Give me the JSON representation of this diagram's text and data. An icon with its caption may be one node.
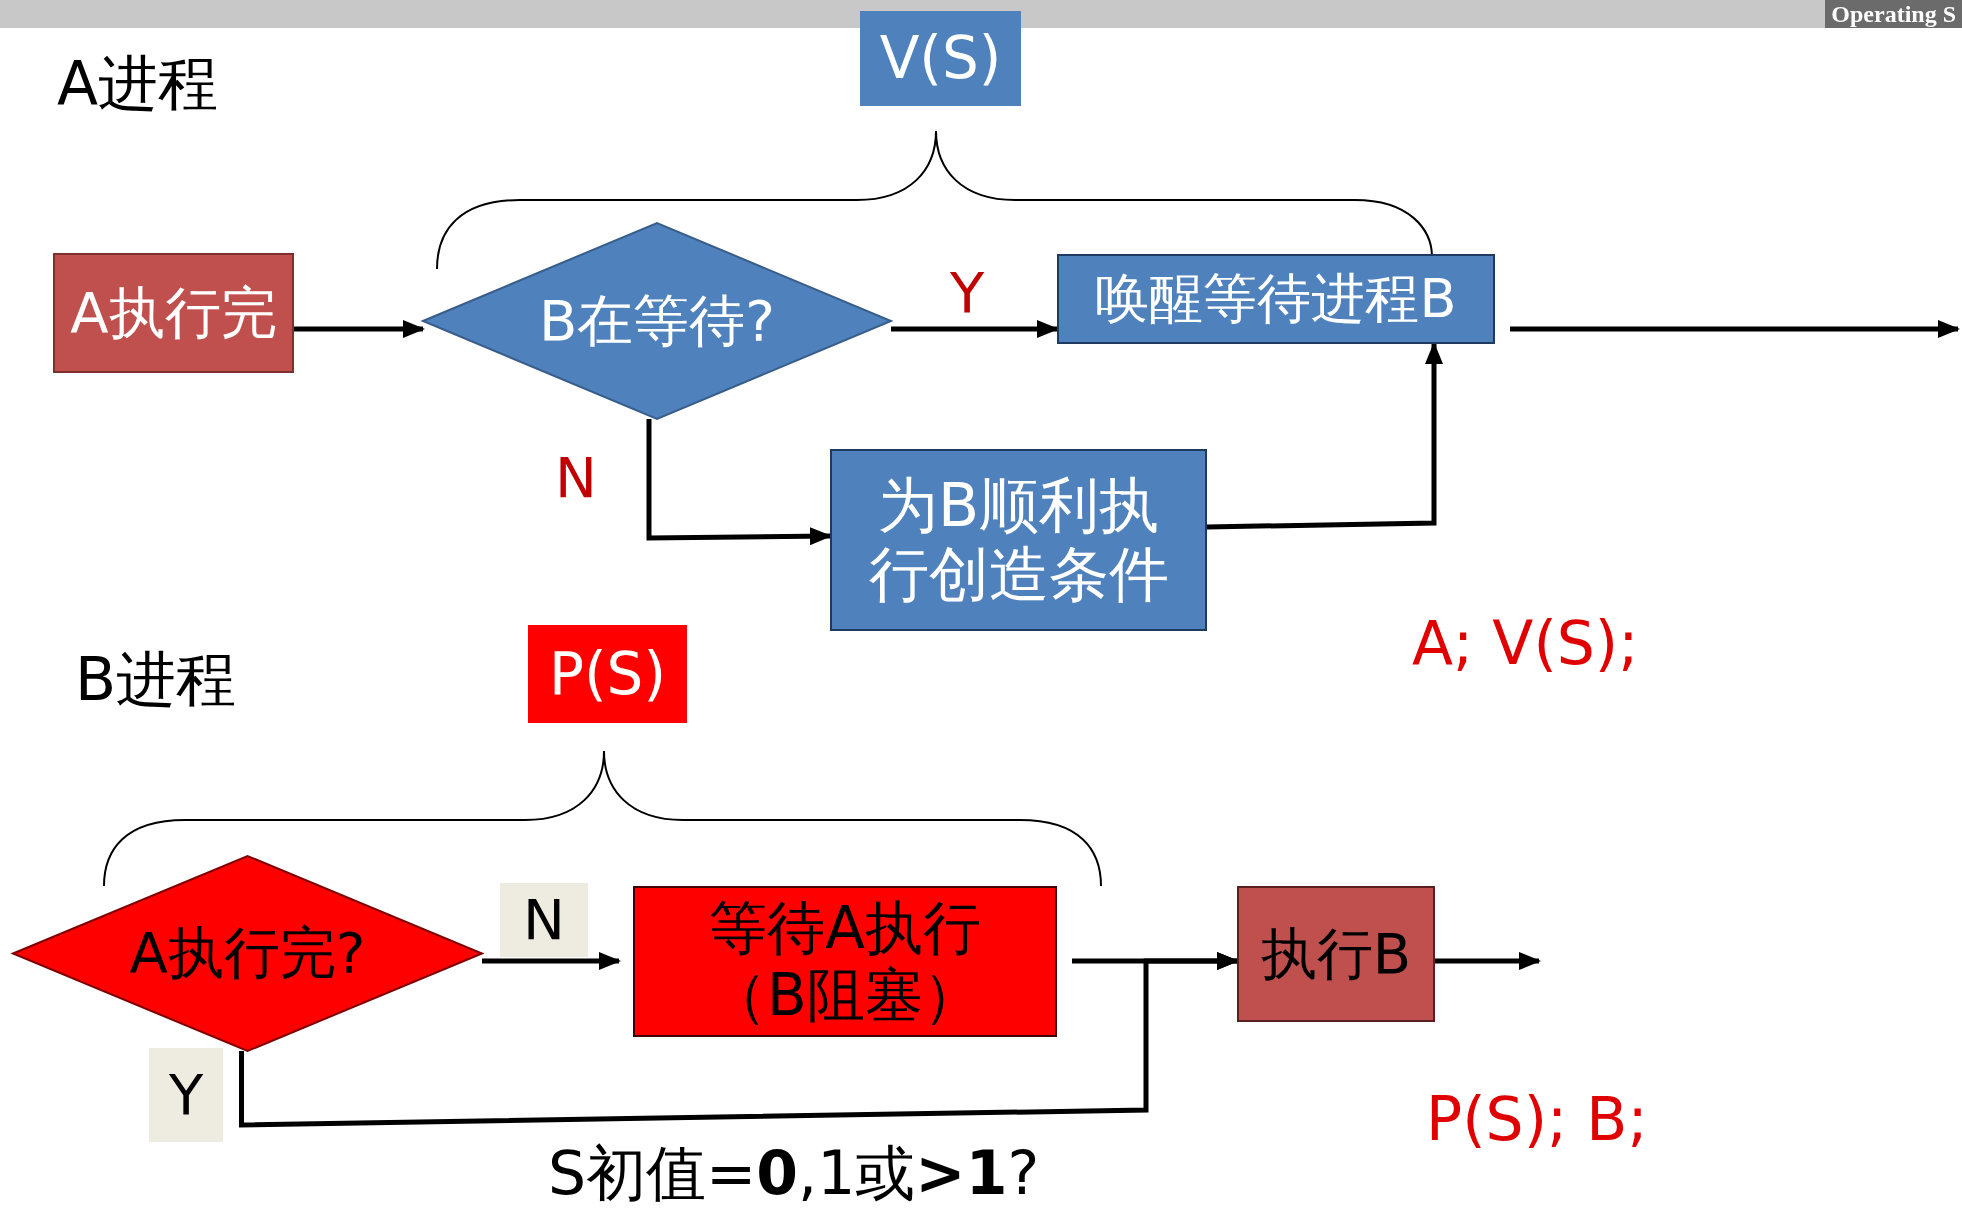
{
  "diagram": {
    "nodes": [
      {
        "text": [
          "V(S)"
        ]
      },
      {
        "text": [
          "A执行完"
        ]
      },
      {
        "text": [
          "B在等待?"
        ]
      },
      {
        "text": [
          "唤醒等待进程B"
        ]
      },
      {
        "text": [
          "为B顺利执行创造条件"
        ]
      },
      {
        "text": [
          "P(S)"
        ]
      },
      {
        "text": [
          "A执行完?"
        ]
      },
      {
        "text": [
          "等待A执行（B阻塞）"
        ]
      },
      {
        "text": [
          "执行B"
        ]
      }
    ],
    "edges": [
      {
        "from": 1,
        "to": 2,
        "arrow": "to"
      },
      {
        "from": 2,
        "to": 3,
        "arrow": "to",
        "label": "Y"
      },
      {
        "from": 3,
        "to": null,
        "arrow": "to"
      },
      {
        "from": 2,
        "to": 4,
        "arrow": "to",
        "label": "N"
      },
      {
        "from": 4,
        "to": 3,
        "arrow": "to"
      },
      {
        "from": 6,
        "to": 7,
        "arrow": "to",
        "label": "N"
      },
      {
        "from": 7,
        "to": 8,
        "arrow": "to"
      },
      {
        "from": 8,
        "to": null,
        "arrow": "to"
      },
      {
        "from": 6,
        "to": 8,
        "arrow": "to",
        "label": "Y"
      }
    ],
    "labels": [
      "Operating S",
      "A进程",
      "A; V(S);",
      "B进程",
      "S初值=**0**,1或**>1**?",
      "P(S); B;"
    ]
  }
}
